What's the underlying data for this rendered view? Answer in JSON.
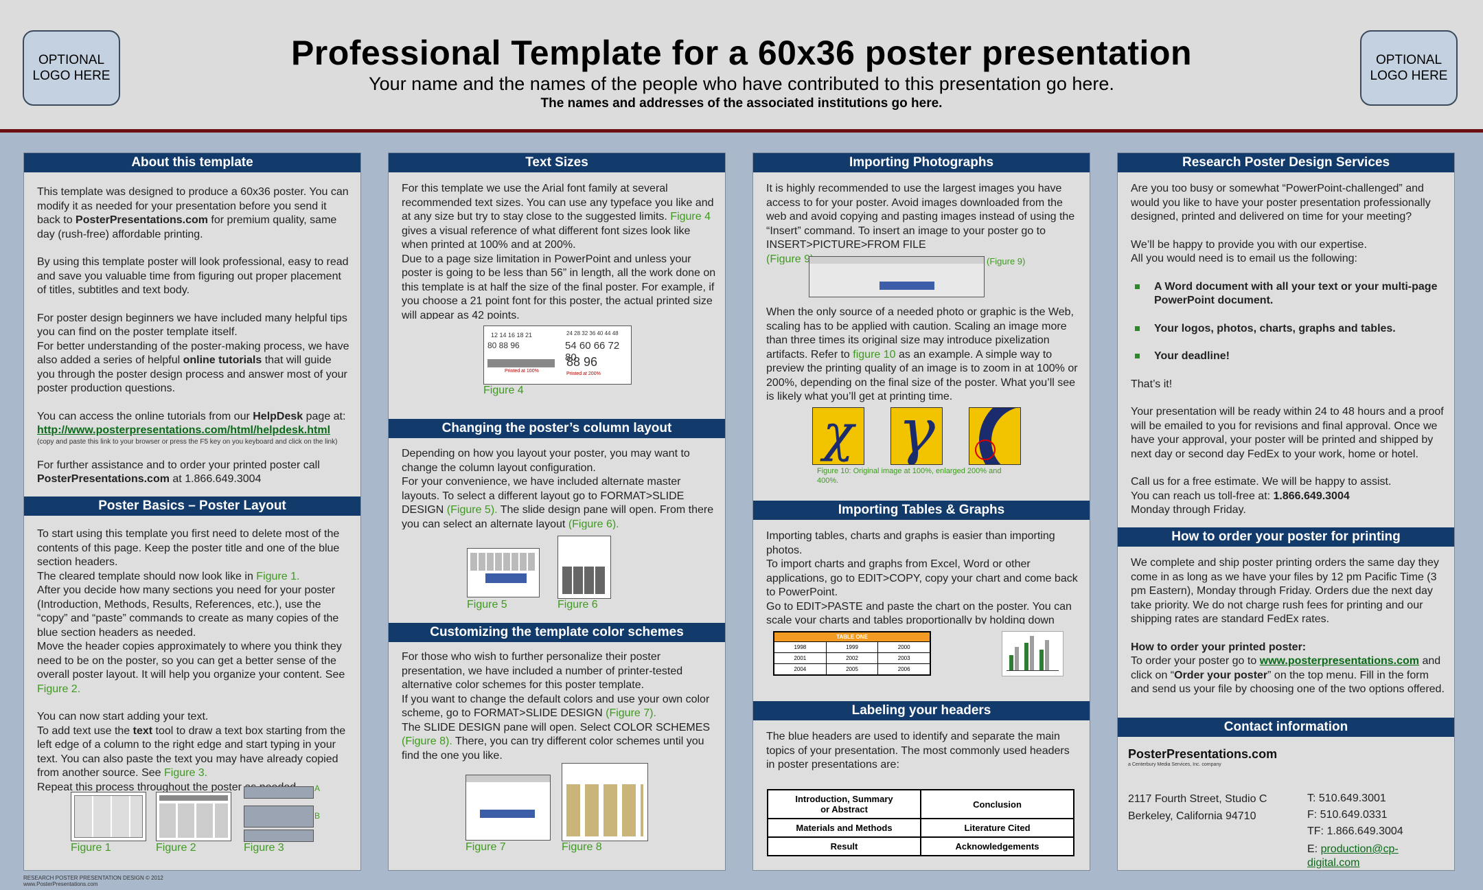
{
  "header": {
    "logo_left": "OPTIONAL\nLOGO HERE",
    "logo_right": "OPTIONAL\nLOGO HERE",
    "title": "Professional Template for a 60x36 poster presentation",
    "subtitle": "Your name and the names of the people who have contributed to this presentation go here.",
    "institutions": "The names and addresses of the associated institutions go here."
  },
  "col1": {
    "about_title": "About this template",
    "about_p1_a": "This template was designed to produce a 60x36 poster. You can modify it as needed for your presentation before you send it back to ",
    "about_p1_b": "PosterPresentations.com",
    "about_p1_c": " for premium quality, same day (rush-free) affordable printing.",
    "about_p2": "By using this template poster will look professional, easy to read and save you valuable time from figuring out proper placement of titles, subtitles and text body.",
    "about_p3_a": "For poster design beginners we have included many helpful tips you can find on the poster template itself.\nFor better understanding of the poster-making process, we have also added a series of helpful ",
    "about_p3_b": "online tutorials",
    "about_p3_c": " that will guide you through the poster design process and answer most of your poster production questions.",
    "about_p4_a": "You can access the online tutorials from our ",
    "about_p4_b": "HelpDesk",
    "about_p4_c": " page at:",
    "helpdesk_link": "http://www.posterpresentations.com/html/helpdesk.html",
    "helpdesk_note": "(copy and paste this link to your browser or press the F5 key on you keyboard and click on the link)",
    "about_p5_a": "For further assistance and to order your printed poster call ",
    "about_p5_b": "PosterPresentations.com",
    "about_p5_c": " at 1.866.649.3004",
    "basics_title": "Poster Basics – Poster Layout",
    "basics_p1_a": "To start using this template you first need to delete most of the contents of this page. Keep the poster title and one of the blue section headers.\nThe cleared template should now look like in ",
    "basics_fig1": "Figure 1.",
    "basics_p1_b": "\nAfter you decide how many sections you need for your poster (Introduction, Methods, Results, References, etc.), use the “copy” and “paste” commands to create as many copies of the blue section headers as needed.\nMove the header copies approximately to where you think they need to be on the poster, so you can get a better sense of the overall poster layout. It will help you organize your content. See ",
    "basics_fig2": "Figure 2.",
    "basics_p2_a": "You can now start adding your text.\nTo add text use the ",
    "basics_p2_b": "text",
    "basics_p2_c": " tool to draw a text box starting from the left edge of a column to the right edge and start typing in your text. You can also paste the text you may have already copied from another source. See ",
    "basics_fig3": "Figure 3.",
    "basics_p2_d": "\nRepeat this process throughout the poster as needed.",
    "fig1": "Figure 1",
    "fig2": "Figure 2",
    "fig3": "Figure 3",
    "fig3_a": "A",
    "fig3_b": "B"
  },
  "col2": {
    "text_title": "Text Sizes",
    "text_p1_a": "For this template we use the Arial font family at several recommended text sizes. You can use any typeface you like and at any size but try to stay close to the suggested limits. ",
    "text_fig4_ref": "Figure 4",
    "text_p1_b": " gives a visual reference of what different font sizes look like when printed at 100% and at 200%.\nDue to a page size limitation in PowerPoint and unless your poster is going to be less than 56” in length, all the work done on this template is at half the size of the final poster. For example, if you choose a 21 point font for this poster, the actual printed size will appear as 42 points.",
    "fig4": "Figure 4",
    "fig4_row1a": "24 28 32 36 40 44 48",
    "fig4_row1b": "54 60 66 72 80",
    "fig4_row2a": "80 88 96",
    "fig4_row2b": "88 96",
    "fig4_small_a": "12 14 16 18 21",
    "fig4_small_b": "Printed at 100%",
    "fig4_small_c": "Printed at 200%",
    "layout_title": "Changing the poster’s column layout",
    "layout_p1_a": "Depending on how you layout your poster, you may want to change the column layout configuration.\nFor your convenience, we have included alternate master layouts. To select a different layout go to FORMAT>SLIDE DESIGN ",
    "layout_fig5_ref": "(Figure 5).",
    "layout_p1_b": "  The slide design pane will open. From there you can select an alternate layout ",
    "layout_fig6_ref": "(Figure 6).",
    "fig5": "Figure 5",
    "fig6": "Figure 6",
    "color_title": "Customizing the template color schemes",
    "color_p1_a": "For those who wish to further personalize their poster presentation, we have included a number of printer-tested alternative color schemes for this poster template.\nIf you want to change the default colors and use your own color scheme, go to FORMAT>SLIDE DESIGN ",
    "color_fig7_ref": "(Figure 7).",
    "color_p1_b": "\nThe SLIDE DESIGN pane will open. Select COLOR SCHEMES ",
    "color_fig8_ref": "(Figure 8).",
    "color_p1_c": " There, you can try different color schemes until you find the one you like.",
    "fig7": "Figure 7",
    "fig8": "Figure 8"
  },
  "col3": {
    "photo_title": "Importing Photographs",
    "photo_p1": "It is highly recommended to use the largest images you have access to for your poster. Avoid images downloaded from the web and avoid copying and pasting images instead of using the “Insert” command. To insert an image to your poster go to INSERT>PICTURE>FROM FILE",
    "photo_fig9_ref": "(Figure 9).",
    "fig9": "(Figure 9)",
    "photo_p2_a": "When the only source of a needed photo or graphic is the Web, scaling has to be applied with caution. Scaling an image more than three times its original size may introduce pixelization artifacts. Refer to ",
    "photo_fig10_ref": "figure 10",
    "photo_p2_b": " as an example. A simple way to preview the printing quality of an image is to zoom in at 100% or 200%, depending on the final size of the poster. What you’ll see is likely what you’ll get at printing time.",
    "fig10_caption": "Figure 10: Original image at 100%, enlarged 200% and 400%.",
    "glyph1": "χ",
    "glyph2": "γ",
    "tables_title": "Importing Tables & Graphs",
    "tables_p1": "Importing tables, charts and graphs is easier than importing photos.\nTo import charts and graphs from Excel, Word or other applications, go to EDIT>COPY, copy your chart and come back to PowerPoint.\nGo to EDIT>PASTE and paste the chart on the poster. You can scale your charts and tables proportionally by holding down SHIFT and zooming in or out on the corners.",
    "table_one": {
      "header": "TABLE ONE",
      "rows": [
        [
          "1998",
          "1999",
          "2000"
        ],
        [
          "2001",
          "2002",
          "2003"
        ],
        [
          "2004",
          "2005",
          "2006"
        ]
      ]
    },
    "labels_title": "Labeling your headers",
    "labels_p1": "The blue headers are used to identify and separate the main topics of your presentation. The most commonly used headers in poster presentations are:",
    "labels_table": [
      [
        "Introduction, Summary\nor Abstract",
        "Conclusion"
      ],
      [
        "Materials and Methods",
        "Literature Cited"
      ],
      [
        "Result",
        "Acknowledgements"
      ]
    ]
  },
  "col4": {
    "services_title": "Research Poster Design Services",
    "services_p1": "Are you too busy or somewhat “PowerPoint-challenged” and would you like to have your poster presentation professionally designed, printed and delivered on time for your meeting?",
    "services_p2": "We’ll be happy to provide you with our expertise.\nAll you would need is to email us the following:",
    "bullets": [
      "A Word document with all your text or your multi-page PowerPoint document.",
      "Your logos, photos, charts, graphs and tables.",
      "Your deadline!"
    ],
    "services_p3": "That’s it!",
    "services_p4": "Your presentation will be ready within 24 to 48 hours and a proof will be emailed to you for revisions and final approval. Once we have your approval, your poster will be printed and shipped by next day or second day FedEx to your work, home or hotel.",
    "services_p5_a": "Call us for a free estimate. We will be happy to assist.\nYou can reach us toll-free at: ",
    "services_p5_b": "1.866.649.3004",
    "services_p5_c": "\nMonday through Friday.",
    "order_title": "How to order your poster for printing",
    "order_p1": "We complete and ship poster printing orders the same day they come in as long as we have your files by 12 pm Pacific Time (3 pm Eastern), Monday through Friday. Orders due the next day take priority. We do not charge rush fees for printing and our shipping rates are standard FedEx rates.",
    "order_h": "How to order your printed poster:",
    "order_p2_a": "To order your poster go to ",
    "order_link": "www.posterpresentations.com",
    "order_p2_b": " and click on “",
    "order_p2_c": "Order your poster",
    "order_p2_d": "” on the top menu. Fill in the form and send us your file by choosing one of the two options offered.",
    "contact_title": "Contact information",
    "company": "PosterPresentations.com",
    "company_sub": "a Centerbury Media Services, Inc. company",
    "addr1": "2117 Fourth Street, Studio C",
    "addr2": "Berkeley, California 94710",
    "tel": "T: 510.649.3001",
    "fax": "F: 510.649.0331",
    "tf": "TF: 1.866.649.3004",
    "email_label": "E: ",
    "email": "production@cp-digital.com"
  },
  "footer": {
    "line1": "RESEARCH POSTER PRESENTATION DESIGN © 2012",
    "line2": "www.PosterPresentations.com"
  },
  "colors": {
    "header_blue": "#123b6c",
    "accent_red": "#6b0f13",
    "figure_green": "#3d9a1e",
    "background": "#a9b8cb"
  }
}
